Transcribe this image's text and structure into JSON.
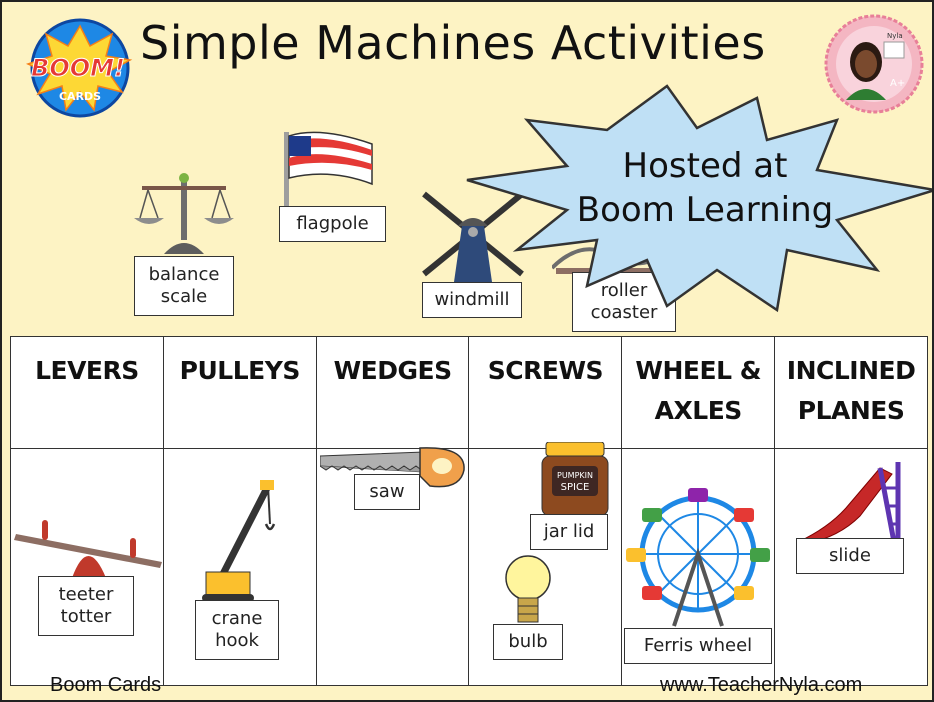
{
  "title": "Simple Machines Activities",
  "logo": {
    "word": "BOOM!",
    "sub": "CARDS"
  },
  "avatar": {
    "badge": "Nyla"
  },
  "promo": {
    "line1": "Hosted at",
    "line2": "Boom Learning"
  },
  "top_items": [
    {
      "label1": "balance",
      "label2": "scale"
    },
    {
      "label1": "flagpole"
    },
    {
      "label1": "windmill"
    },
    {
      "label1": "roller",
      "label2": "coaster"
    }
  ],
  "columns": [
    {
      "line1": "LEVERS",
      "line2": ""
    },
    {
      "line1": "PULLEYS",
      "line2": ""
    },
    {
      "line1": "WEDGES",
      "line2": ""
    },
    {
      "line1": "SCREWS",
      "line2": ""
    },
    {
      "line1": "WHEEL &",
      "line2": "AXLES"
    },
    {
      "line1": "INCLINED",
      "line2": "PLANES"
    }
  ],
  "cards": {
    "teeter": {
      "line1": "teeter",
      "line2": "totter"
    },
    "crane": {
      "line1": "crane",
      "line2": "hook"
    },
    "saw": {
      "line1": "saw"
    },
    "jar": {
      "line1": "jar lid",
      "jar_text1": "PUMPKIN",
      "jar_text2": "SPICE"
    },
    "bulb": {
      "line1": "bulb"
    },
    "ferris": {
      "line1": "Ferris wheel"
    },
    "slide": {
      "line1": "slide"
    }
  },
  "footer": {
    "left": "Boom Cards",
    "right": "www.TeacherNyla.com"
  },
  "colors": {
    "background": "#fdf3c4",
    "star": "#bfe0f5",
    "boom_red": "#e53935",
    "boom_yellow": "#fdd835",
    "boom_blue": "#1e88e5"
  }
}
